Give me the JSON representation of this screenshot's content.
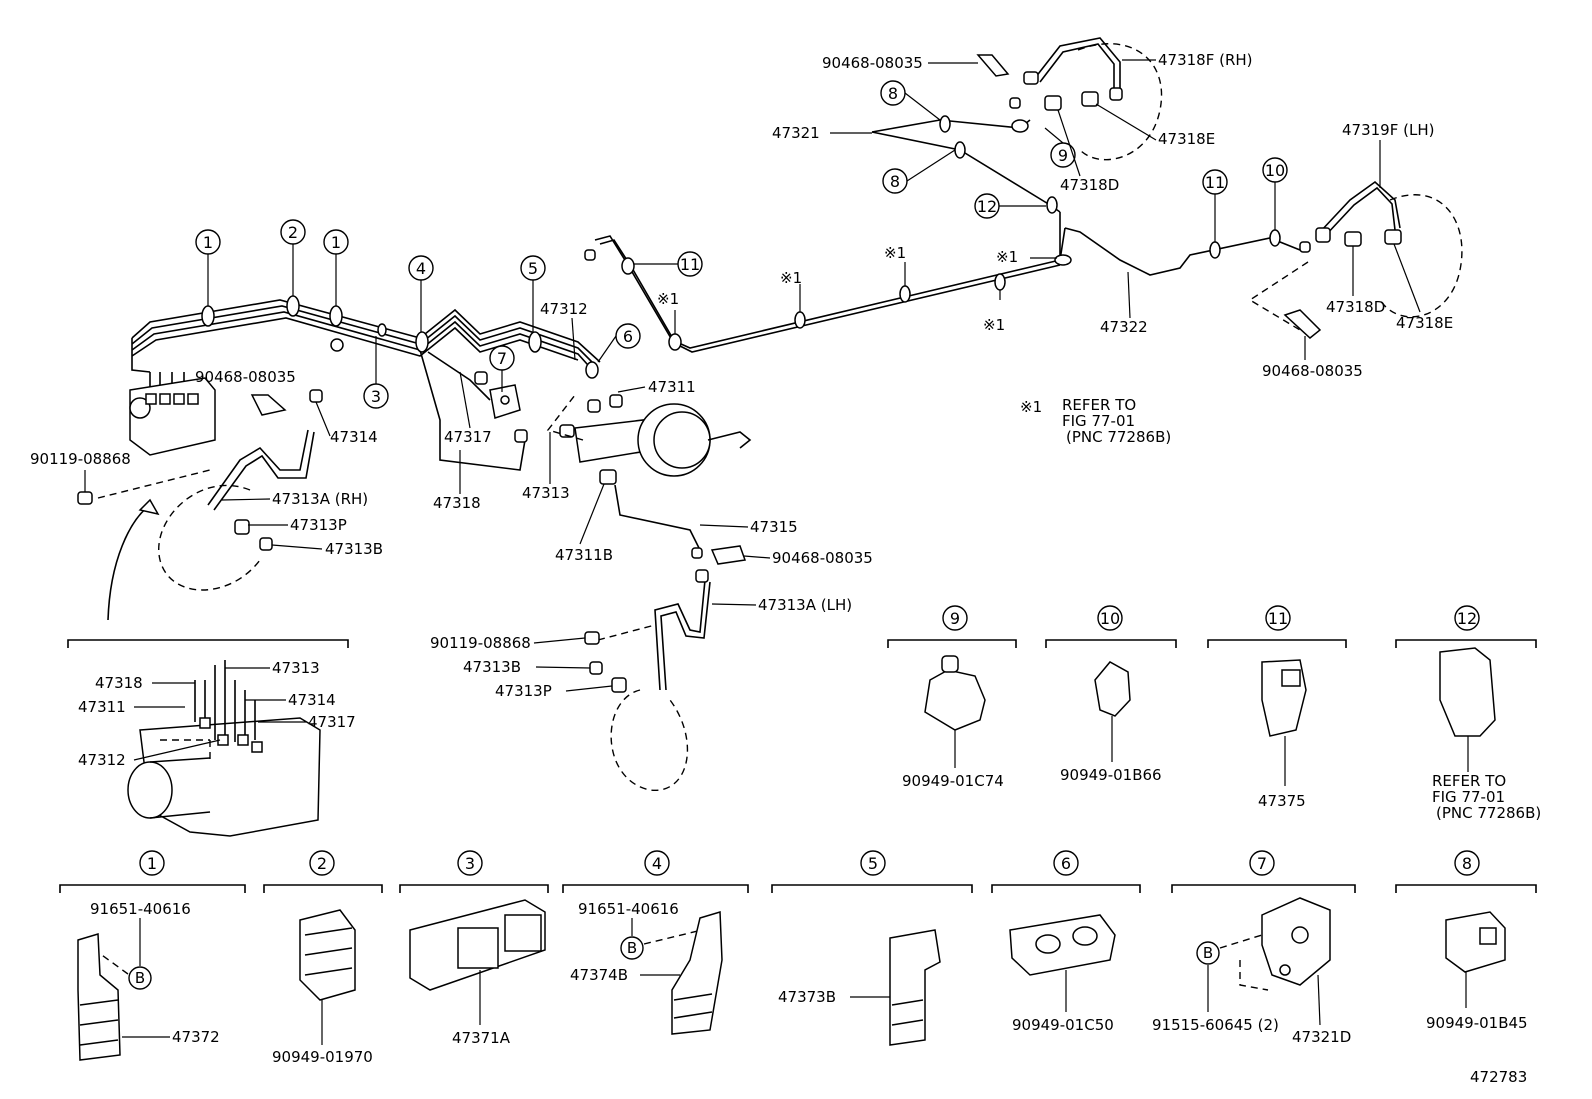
{
  "diagram": {
    "callouts": {
      "c1a": "1",
      "c2": "2",
      "c1b": "1",
      "c4": "4",
      "c5": "5",
      "c6": "6",
      "c7": "7",
      "c3": "3",
      "c11a": "11",
      "c8a": "8",
      "c8b": "8",
      "c9": "9",
      "c12": "12",
      "c11b": "11",
      "c10": "10"
    },
    "star_marks": {
      "s1": "※1",
      "s2": "※1",
      "s3": "※1",
      "s4": "※1",
      "s5": "※1"
    },
    "labels": {
      "p90468_top": "90468-08035",
      "p47318F": "47318F (RH)",
      "p47321": "47321",
      "p47318E_top": "47318E",
      "p47318D_top": "47318D",
      "p47319F": "47319F (LH)",
      "p47312": "47312",
      "p47311": "47311",
      "p90468_left": "90468-08035",
      "p47314": "47314",
      "p47317": "47317",
      "p47318": "47318",
      "p47313": "47313",
      "p90119_left": "90119-08868",
      "p47313A_RH": "47313A (RH)",
      "p47313P_left": "47313P",
      "p47313B_left": "47313B",
      "p47311B": "47311B",
      "p47315": "47315",
      "p90468_mid": "90468-08035",
      "p47313A_LH": "47313A (LH)",
      "p90119_mid": "90119-08868",
      "p47313B_mid": "47313B",
      "p47313P_mid": "47313P",
      "p47322": "47322",
      "p47318D_right": "47318D",
      "p47318E_right": "47318E",
      "p90468_right": "90468-08035"
    },
    "refer_note": {
      "mark": "※1",
      "line1": "REFER TO",
      "line2": "FIG 77-01",
      "line3": "(PNC 77286B)"
    },
    "inset": {
      "l47318": "47318",
      "l47313": "47313",
      "l47311": "47311",
      "l47314": "47314",
      "l47317": "47317",
      "l47312": "47312"
    },
    "details_mid": {
      "d9": {
        "num": "9",
        "part": "90949-01C74"
      },
      "d10": {
        "num": "10",
        "part": "90949-01B66"
      },
      "d11": {
        "num": "11",
        "part": "47375"
      },
      "d12": {
        "num": "12",
        "ref1": "REFER TO",
        "ref2": "FIG 77-01",
        "ref3": "(PNC 77286B)"
      }
    },
    "details_bottom": {
      "d1": {
        "num": "1",
        "bolt": "91651-40616",
        "b": "B",
        "part": "47372"
      },
      "d2": {
        "num": "2",
        "part": "90949-01970"
      },
      "d3": {
        "num": "3",
        "part": "47371A"
      },
      "d4": {
        "num": "4",
        "bolt": "91651-40616",
        "b": "B",
        "part": "47374B"
      },
      "d5": {
        "num": "5",
        "part": "47373B"
      },
      "d6": {
        "num": "6",
        "part": "90949-01C50"
      },
      "d7": {
        "num": "7",
        "b": "B",
        "bolt": "91515-60645 (2)",
        "part": "47321D"
      },
      "d8": {
        "num": "8",
        "part": "90949-01B45"
      }
    },
    "figure_number": "472783"
  }
}
